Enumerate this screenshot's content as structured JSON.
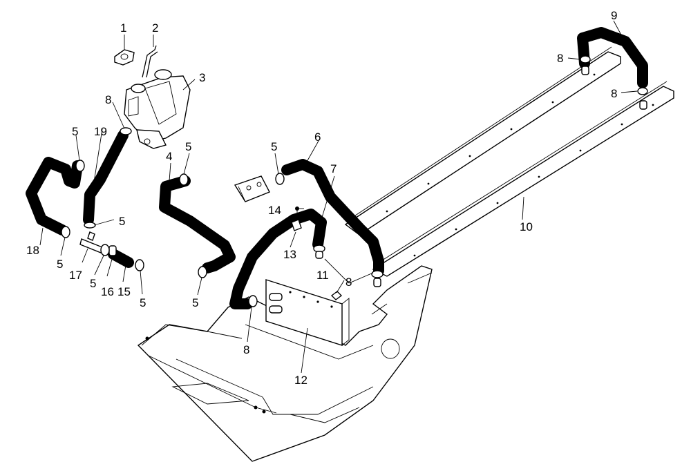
{
  "figure": {
    "callouts": [
      {
        "id": "c1",
        "label": "1"
      },
      {
        "id": "c2",
        "label": "2"
      },
      {
        "id": "c3",
        "label": "3"
      },
      {
        "id": "c4",
        "label": "4"
      },
      {
        "id": "c5a",
        "label": "5"
      },
      {
        "id": "c5b",
        "label": "5"
      },
      {
        "id": "c5c",
        "label": "5"
      },
      {
        "id": "c5d",
        "label": "5"
      },
      {
        "id": "c5e",
        "label": "5"
      },
      {
        "id": "c5f",
        "label": "5"
      },
      {
        "id": "c5g",
        "label": "5"
      },
      {
        "id": "c5h",
        "label": "5"
      },
      {
        "id": "c6",
        "label": "6"
      },
      {
        "id": "c7",
        "label": "7"
      },
      {
        "id": "c8a",
        "label": "8"
      },
      {
        "id": "c8b",
        "label": "8"
      },
      {
        "id": "c8c",
        "label": "8"
      },
      {
        "id": "c8d",
        "label": "8"
      },
      {
        "id": "c8e",
        "label": "8"
      },
      {
        "id": "c9",
        "label": "9"
      },
      {
        "id": "c10",
        "label": "10"
      },
      {
        "id": "c11",
        "label": "11"
      },
      {
        "id": "c12",
        "label": "12"
      },
      {
        "id": "c13",
        "label": "13"
      },
      {
        "id": "c14",
        "label": "14"
      },
      {
        "id": "c15",
        "label": "15"
      },
      {
        "id": "c16",
        "label": "16"
      },
      {
        "id": "c17",
        "label": "17"
      },
      {
        "id": "c18",
        "label": "18"
      },
      {
        "id": "c19",
        "label": "19"
      }
    ]
  }
}
